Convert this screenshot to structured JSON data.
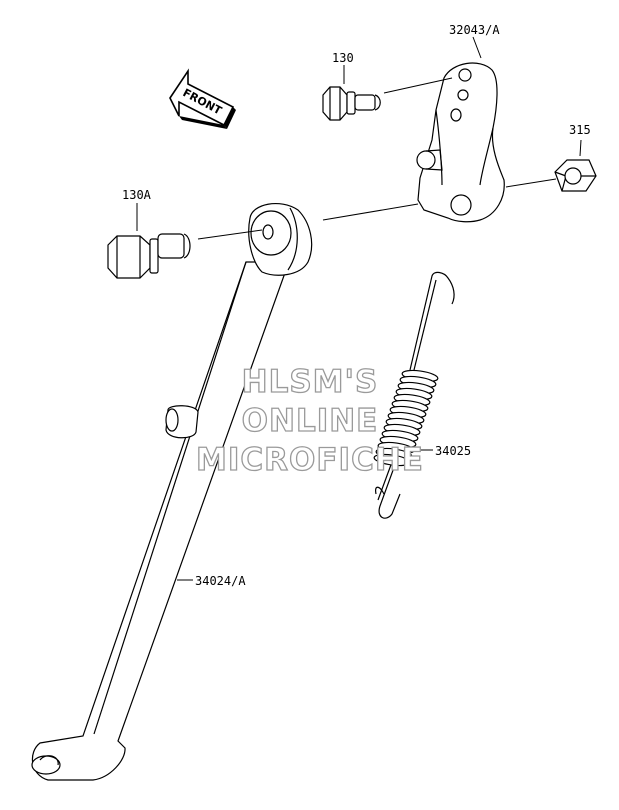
{
  "direction_indicator": {
    "text": "FRONT"
  },
  "parts": {
    "bracket": "32043/A",
    "bolt_130": "130",
    "nut": "315",
    "bolt_130a": "130A",
    "spring": "34025",
    "side_stand": "34024/A"
  },
  "watermark": {
    "line1": "HLSM'S",
    "line2": "ONLINE",
    "line3": "MICROFICHE"
  }
}
